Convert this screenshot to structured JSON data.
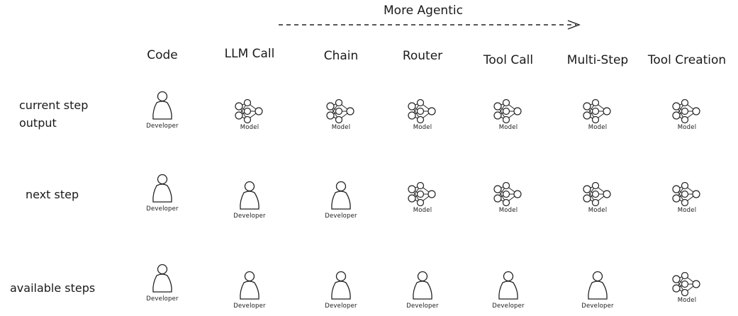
{
  "title": "More Agentic",
  "columns": [
    "Code",
    "LLM Call",
    "Chain",
    "Router",
    "Tool Call",
    "Multi-Step",
    "Tool Creation"
  ],
  "rows": [
    {
      "label": [
        "current step",
        "output"
      ],
      "cells": [
        "Developer",
        "Model",
        "Model",
        "Model",
        "Model",
        "Model",
        "Model"
      ]
    },
    {
      "label": [
        "next step"
      ],
      "cells": [
        "Developer",
        "Developer",
        "Developer",
        "Model",
        "Model",
        "Model",
        "Model"
      ]
    },
    {
      "label": [
        "available steps"
      ],
      "cells": [
        "Developer",
        "Developer",
        "Developer",
        "Developer",
        "Developer",
        "Developer",
        "Model"
      ]
    }
  ],
  "icons": {
    "Developer": "person-icon",
    "Model": "neural-network-icon"
  }
}
